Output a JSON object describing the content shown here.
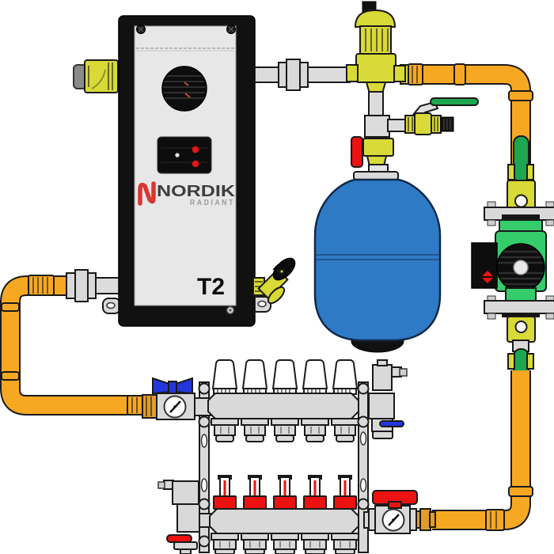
{
  "diagram": {
    "labels": {
      "brand": "NORDIK",
      "brand_sub": "RADIANT",
      "model": "T2"
    },
    "zone_count": 5,
    "colors": {
      "pipe-orange": "#F7A823",
      "pipe-gray": "#DCDCDC",
      "brass": "#D9D937",
      "brass-orange": "#E29B2D",
      "pump-green": "#35CC6C",
      "lever-green": "#1CA750",
      "tank-blue": "#2F7AC5",
      "handle-blue": "#2336DC",
      "accent-red": "#EC1212",
      "metal": "#D9D9D9",
      "ink": "#111111",
      "boiler-face": "#E7E7E7",
      "logo-red": "#D93732",
      "logo-text": "#3E3E3E",
      "logo-sub": "#9B9B9B"
    },
    "components": [
      "electric-boiler",
      "boiler-vent-grille",
      "boiler-control-panel-with-indicator-lights",
      "pressure-relief-fitting",
      "boiler-drain-valve",
      "air-separator-with-vent",
      "purge-valve-with-hose-cap",
      "expansion-tank-isolation-valve",
      "expansion-tank",
      "circulator-pump",
      "pump-isolation-flange-valves",
      "supply-manifold-with-actuator-caps",
      "return-manifold-with-flow-meters",
      "manifold-supply-valve-blue",
      "manifold-return-valve-red",
      "manifold-air-vents",
      "temperature-gauges",
      "pex-tubing-piping"
    ]
  }
}
